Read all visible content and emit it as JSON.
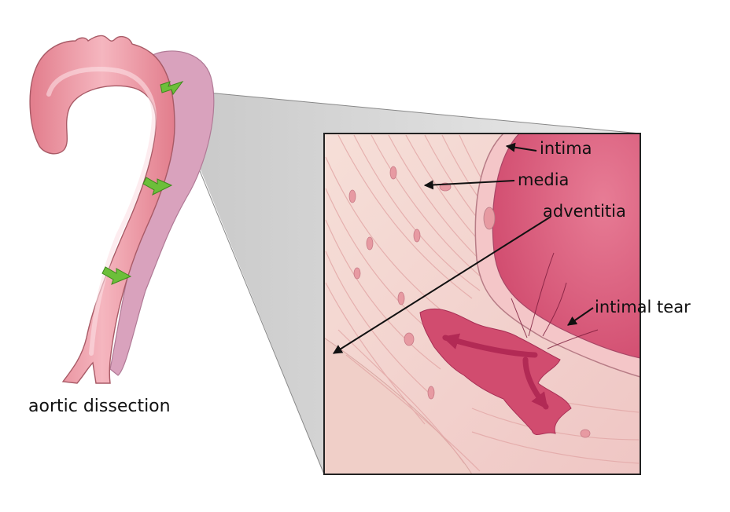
{
  "caption": "aortic dissection",
  "labels": {
    "intima": "intima",
    "media": "media",
    "adventitia": "adventitia",
    "intimal_tear": "intimal tear"
  },
  "colors": {
    "vessel": "#e8909c",
    "vessel_light": "#f2b7bf",
    "false_lumen": "#d9a2bd",
    "tissue": "#f3d3cf",
    "lumen_inner": "#d95c7a",
    "tear": "#c8375e",
    "flow_arrow": "#6cbf3a",
    "zoom_cone": "#c8c8c8"
  },
  "icons": {
    "flow_arrows": "green-flow-arrow-icon",
    "tear_arrows": "tear-direction-arrow-icon"
  }
}
